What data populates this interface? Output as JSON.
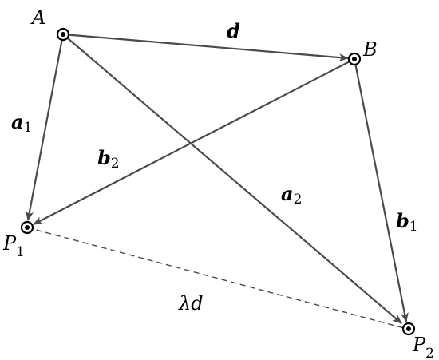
{
  "points": {
    "A": {
      "label": "A",
      "sub": ""
    },
    "B": {
      "label": "B",
      "sub": ""
    },
    "P1": {
      "label": "P",
      "sub": "1"
    },
    "P2": {
      "label": "P",
      "sub": "2"
    }
  },
  "vectors": {
    "d": {
      "label": "d",
      "sub": ""
    },
    "a1": {
      "label": "a",
      "sub": "1"
    },
    "a2": {
      "label": "a",
      "sub": "2"
    },
    "b1": {
      "label": "b",
      "sub": "1"
    },
    "b2": {
      "label": "b",
      "sub": "2"
    }
  },
  "dashed_segment": {
    "label": "λd"
  }
}
